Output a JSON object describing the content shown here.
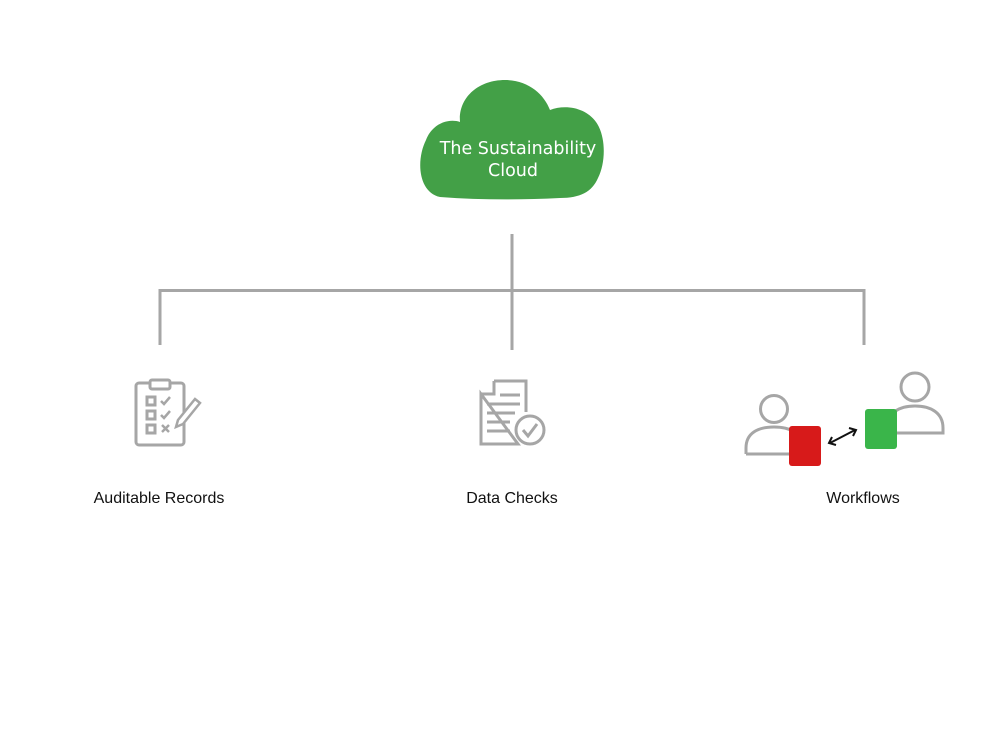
{
  "root": {
    "title_lines": [
      "The Sustainability",
      "Cloud"
    ],
    "cloud_color": "#43a047"
  },
  "children": [
    {
      "label": "Auditable Records",
      "icon": "checklist-clipboard-icon"
    },
    {
      "label": "Data Checks",
      "icon": "document-check-icon"
    },
    {
      "label": "Workflows",
      "icon": "user-exchange-icon"
    }
  ],
  "colors": {
    "connector": "#a6a6a6",
    "icon": "#a6a6a6",
    "handoff_red": "#d71a1a",
    "handoff_green": "#3ab54a",
    "label_text": "#111111"
  }
}
